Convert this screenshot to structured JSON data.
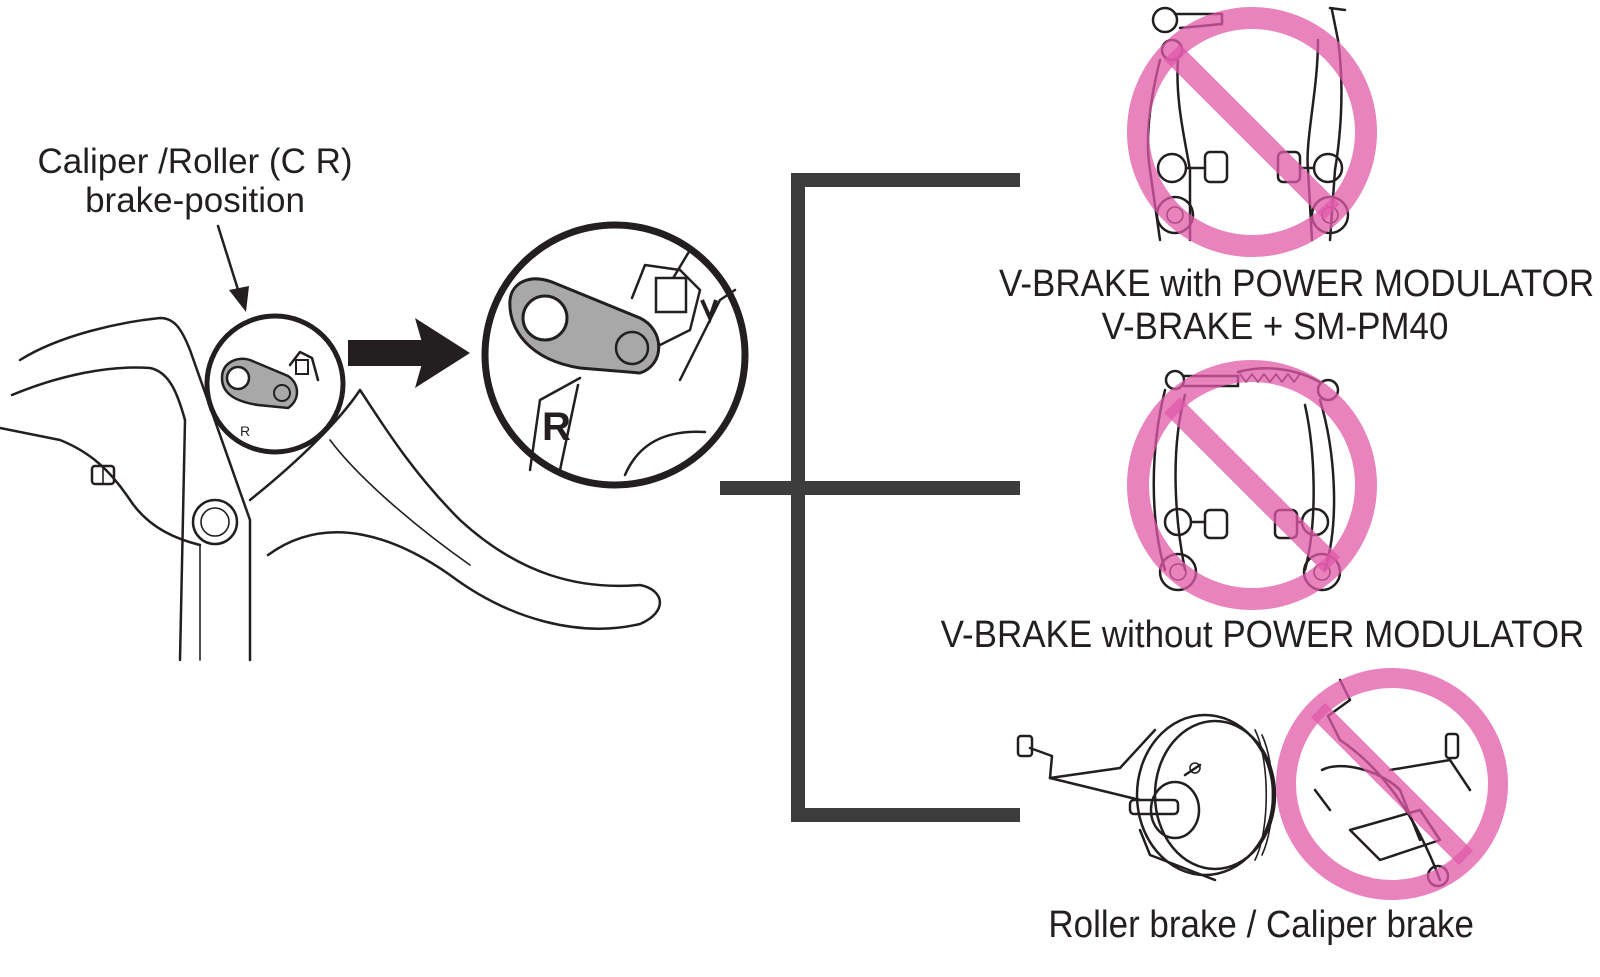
{
  "labels": {
    "position_line1": "Caliper  /Roller (C R)",
    "position_line2": "brake-position",
    "pm_line1": "V-BRAKE with POWER MODULATOR",
    "pm_line2": "V-BRAKE + SM-PM40",
    "no_pm": "V-BRAKE without POWER MODULATOR",
    "roller_caliper": "Roller brake  / Caliper brake"
  },
  "zoom_marker": "R",
  "lever_marker": "R",
  "colors": {
    "ink": "#231f20",
    "bracket": "#3c3c3c",
    "prohibition": "#e05aa8",
    "adjuster_gray": "#a8a8a8"
  },
  "icons": [
    "brake-lever-icon",
    "arrow-icon",
    "v-brake-power-modulator-icon",
    "v-brake-icon",
    "roller-brake-icon",
    "caliper-brake-icon",
    "prohibition-icon"
  ]
}
